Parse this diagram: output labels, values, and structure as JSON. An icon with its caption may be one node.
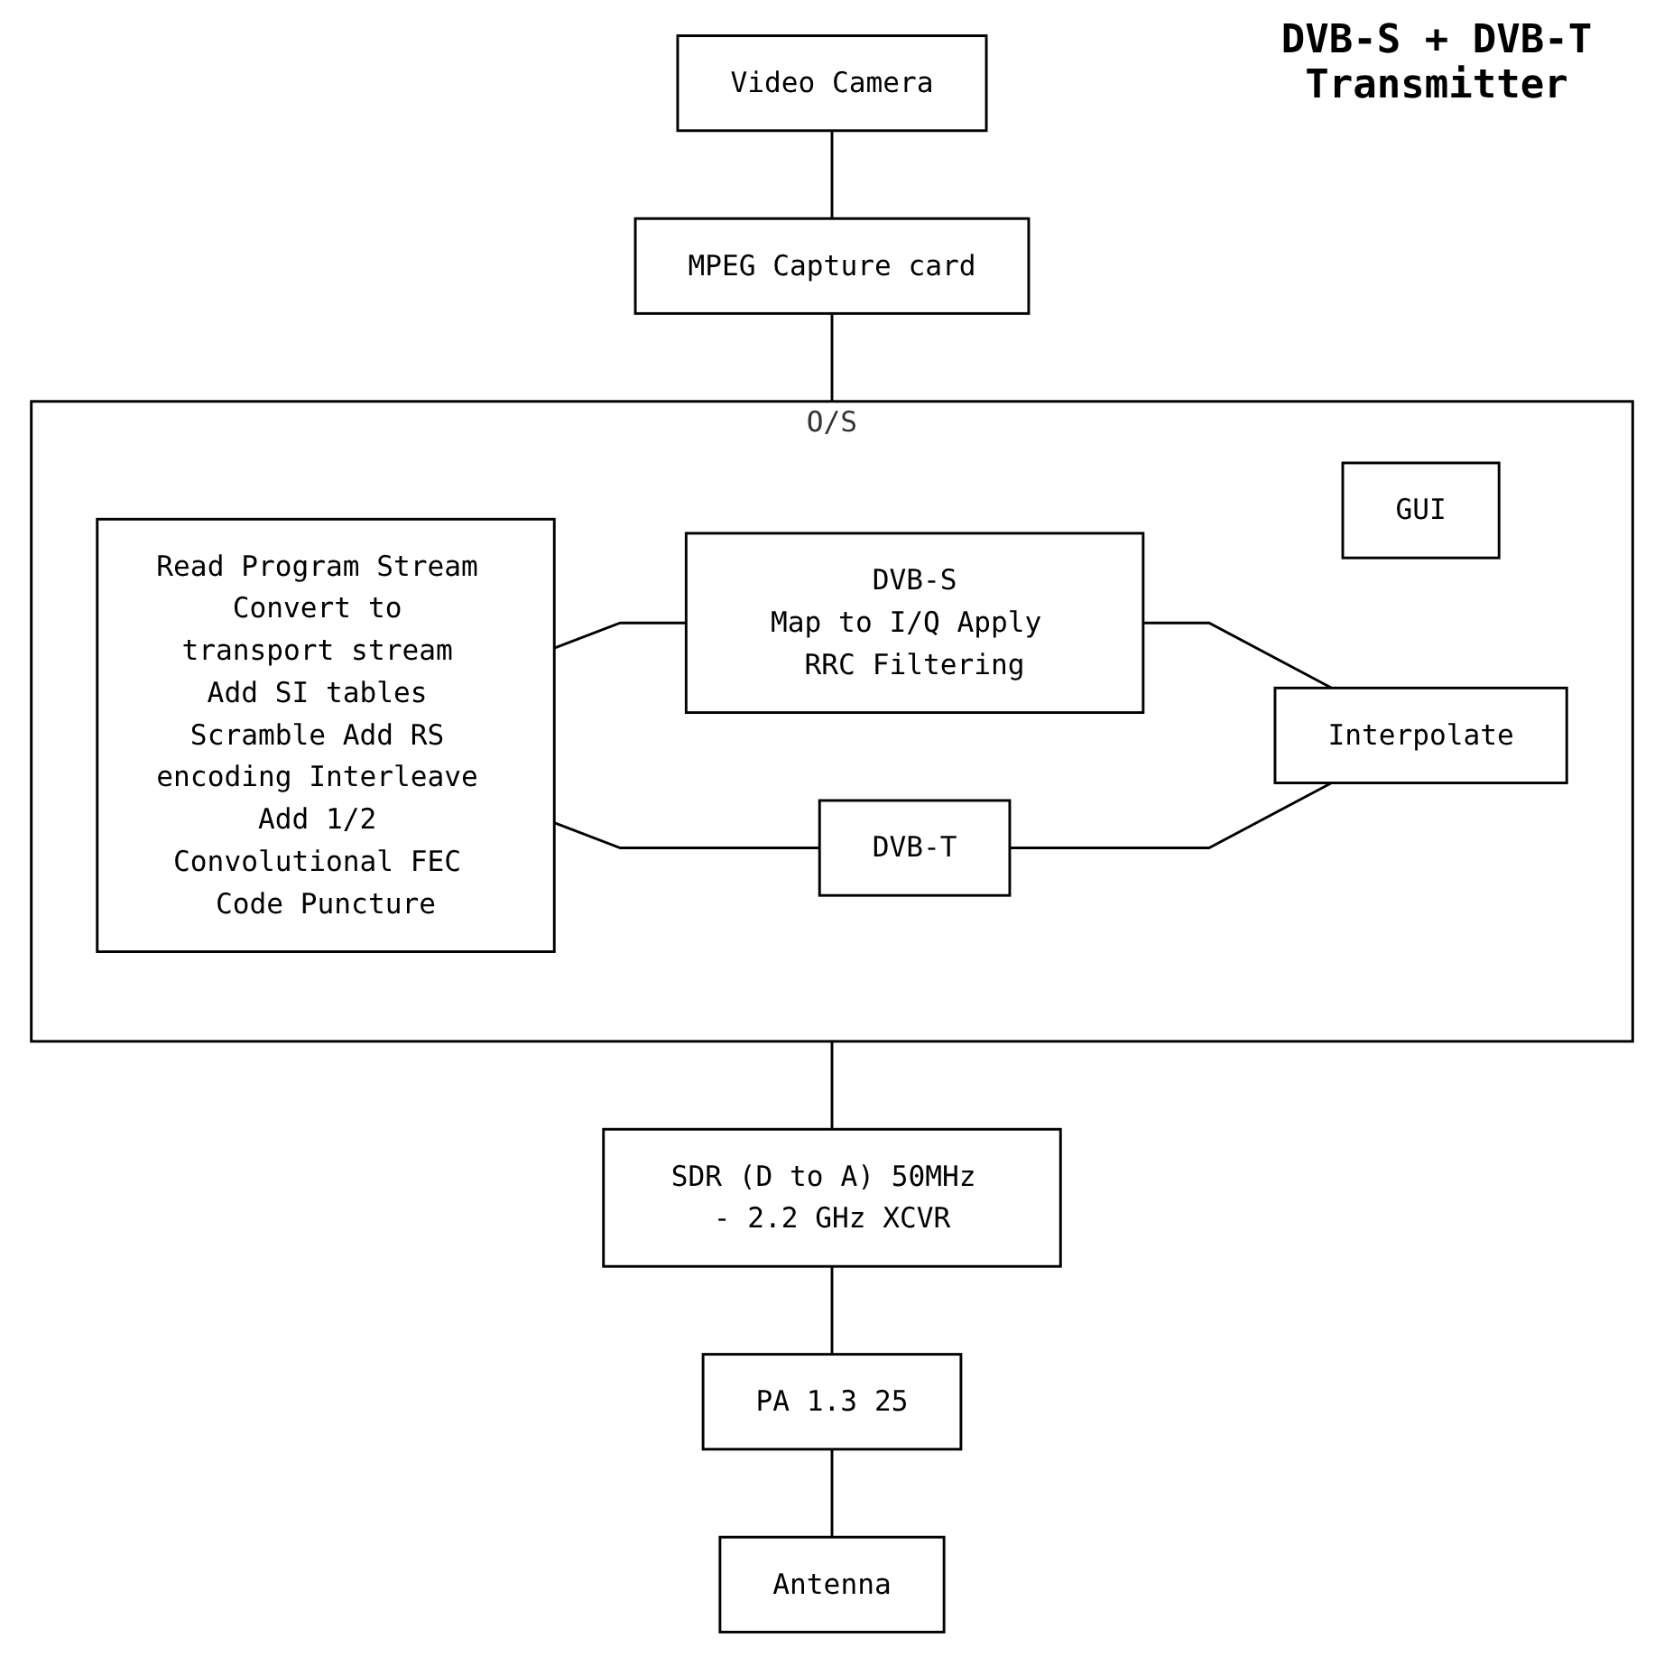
{
  "diagram": {
    "title": "DVB-S + DVB-T Transmitter",
    "nodes": [
      {
        "text": [
          "Video Camera"
        ]
      },
      {
        "text": [
          "MPEG Capture card"
        ]
      },
      {
        "text": [
          "O/S"
        ]
      },
      {
        "text": [
          "GUI"
        ],
        "in": 2
      },
      {
        "text": [
          "Read Program Stream Convert to transport stream Add SI tables Scramble Add RS encoding Interleave Add 1/2 Convolutional FEC Code Puncture"
        ],
        "in": 2
      },
      {
        "text": [
          "DVB-S",
          "Map to I/Q Apply RRC Filtering"
        ],
        "in": 2
      },
      {
        "text": [
          "DVB-T"
        ],
        "in": 2
      },
      {
        "text": [
          "Interpolate"
        ],
        "in": 2
      },
      {
        "text": [
          "SDR (D to A) 50MHz - 2.2 GHz XCVR"
        ]
      },
      {
        "text": [
          "PA 1.3 25"
        ]
      },
      {
        "text": [
          "Antenna"
        ]
      }
    ],
    "edges": [
      {
        "from": 0,
        "to": 1,
        "arrow": "none"
      },
      {
        "from": 1,
        "to": 2,
        "arrow": "none"
      },
      {
        "from": 4,
        "to": 5,
        "arrow": "none"
      },
      {
        "from": 4,
        "to": 6,
        "arrow": "none"
      },
      {
        "from": 5,
        "to": 7,
        "arrow": "none"
      },
      {
        "from": 6,
        "to": 7,
        "arrow": "none"
      },
      {
        "from": 2,
        "to": 8,
        "arrow": "none"
      },
      {
        "from": 8,
        "to": 9,
        "arrow": "none"
      },
      {
        "from": 9,
        "to": 10,
        "arrow": "none"
      }
    ]
  }
}
